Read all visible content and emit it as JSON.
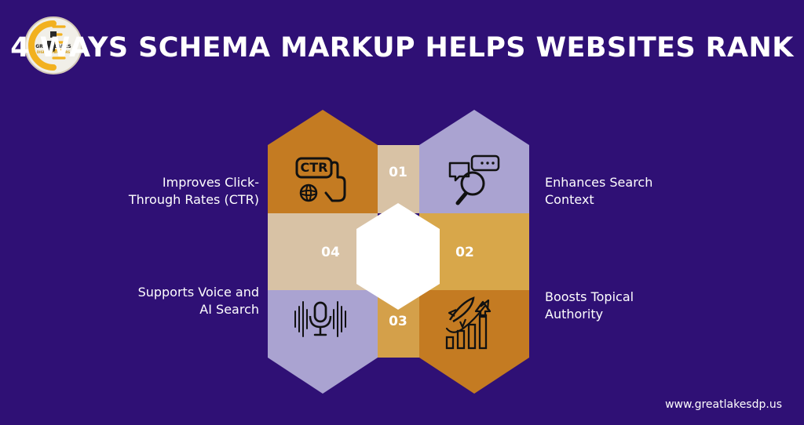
{
  "header": {
    "title": "4 WAYS SCHEMA MARKUP HELPS WEBSITES RANK"
  },
  "logo": {
    "line1": "GREAT LAKES",
    "line2": "DIGITAL PARTNERS"
  },
  "items": [
    {
      "number": "01",
      "label": "Improves Click-\nThrough Rates (CTR)",
      "icon": "ctr-click-icon",
      "color": "#c47b22"
    },
    {
      "number": "02",
      "label": "Enhances Search\nContext",
      "icon": "search-chat-icon",
      "color": "#aaa3d1"
    },
    {
      "number": "03",
      "label": "Boosts Topical\nAuthority",
      "icon": "rocket-growth-icon",
      "color": "#c47b22"
    },
    {
      "number": "04",
      "label": "Supports Voice and\nAI Search",
      "icon": "microphone-icon",
      "color": "#aaa3d1"
    }
  ],
  "icon_text": {
    "ctr": "CTR"
  },
  "footer": {
    "website": "www.greatlakesdp.us"
  },
  "colors": {
    "background": "#2f1075",
    "orange": "#c47b22",
    "lavender": "#aaa3d1",
    "overlap": "#d8c2a5",
    "center": "#ffffff"
  }
}
